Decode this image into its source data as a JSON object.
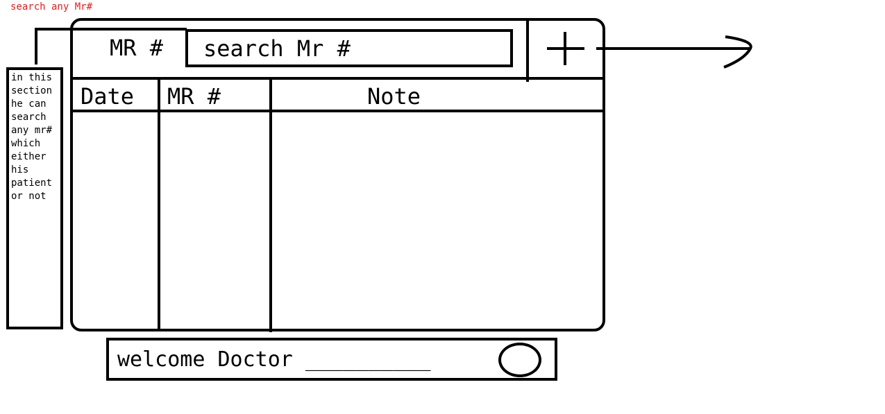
{
  "annotation": {
    "title": "search any Mr#",
    "side_note_lines": [
      "in this",
      "section",
      "he can",
      "search",
      "any mr#",
      "which",
      "either",
      "his",
      "patient",
      "or not"
    ]
  },
  "search_bar": {
    "label": "MR #",
    "placeholder": "search Mr #"
  },
  "table": {
    "columns": [
      "Date",
      "MR #",
      "Note"
    ],
    "rows": []
  },
  "footer": {
    "welcome_text": "welcome Doctor __________"
  },
  "icons": {
    "add": "plus-icon",
    "arrow": "arrow-right-icon",
    "avatar": "avatar-circle-icon"
  },
  "colors": {
    "annotation_text": "#e02020",
    "stroke": "#000000",
    "background": "#ffffff"
  }
}
